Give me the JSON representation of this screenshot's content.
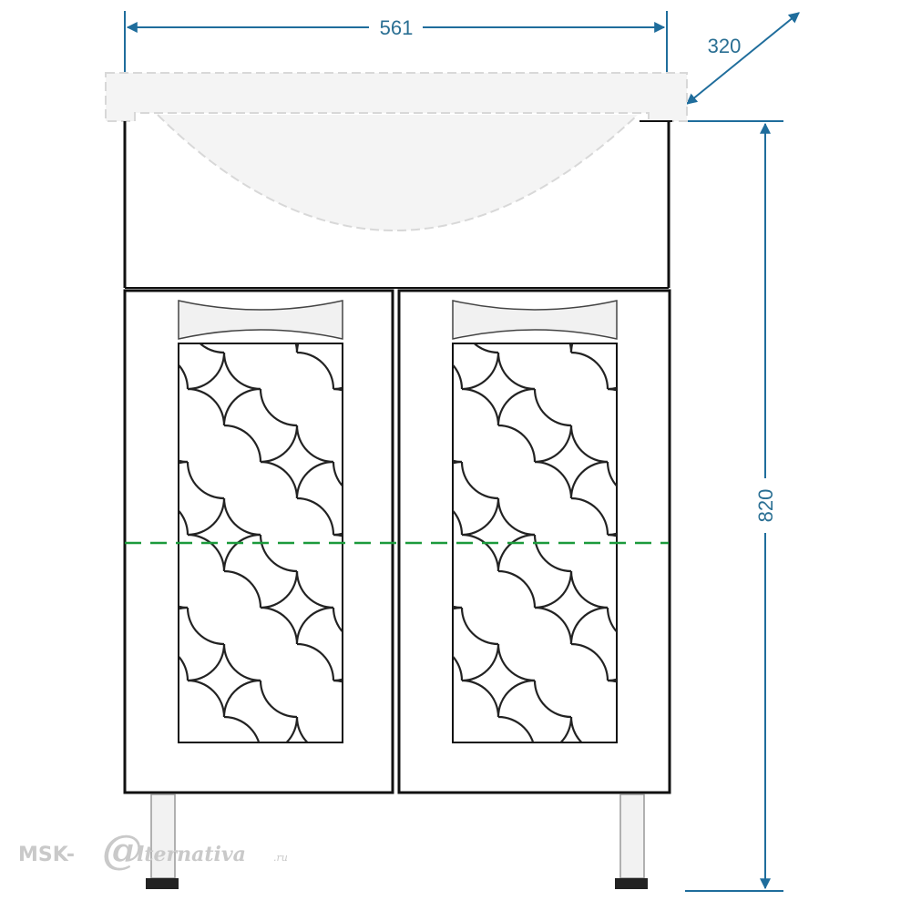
{
  "dimensions": {
    "width": "561",
    "depth": "320",
    "height": "820"
  },
  "watermark": {
    "prefix": "MSK-",
    "mark": "@",
    "name": "lternativa",
    "suffix": ".ru"
  },
  "colors": {
    "dimension": "#1f6d9c",
    "outline": "#111111",
    "basin": "#f4f4f4",
    "center_line": "#1c9a3c",
    "watermark": "#c9c9c9"
  }
}
